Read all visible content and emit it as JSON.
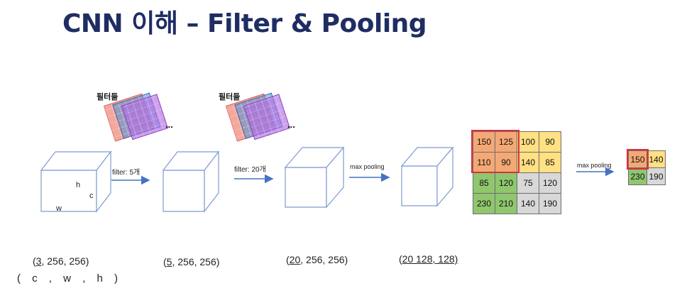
{
  "title": "CNN 이해 – Filter & Pooling",
  "filter_group_label": "필터들",
  "ellipsis": "...",
  "arrows": {
    "a1": "filter: 5개",
    "a2": "filter: 20개",
    "a3": "max pooling",
    "a4": "max pooling"
  },
  "cube_letters": {
    "h": "h",
    "c": "c",
    "w": "w"
  },
  "dims": [
    {
      "num": "3",
      "rest": ", 256, 256)"
    },
    {
      "num": "5",
      "rest": ", 256, 256)"
    },
    {
      "num": "20",
      "rest": ", 256, 256)"
    },
    {
      "num": "20",
      "rest": " 128, 128)"
    }
  ],
  "dims_caption": "( c , w , h )",
  "pool_input": [
    [
      "150",
      "125",
      "100",
      "90"
    ],
    [
      "110",
      "90",
      "140",
      "85"
    ],
    [
      "85",
      "120",
      "75",
      "120"
    ],
    [
      "230",
      "210",
      "140",
      "190"
    ]
  ],
  "pool_output": [
    [
      "150",
      "140"
    ],
    [
      "230",
      "190"
    ]
  ],
  "colors": {
    "title": "#1f2d63",
    "quad_orange": "#f4a875",
    "quad_yellow": "#ffe083",
    "quad_green": "#8fc66e",
    "quad_gray": "#d8d8d8",
    "highlight": "#d9303f",
    "arrow": "#4472c4",
    "cube_edge": "#7f9bd0"
  }
}
